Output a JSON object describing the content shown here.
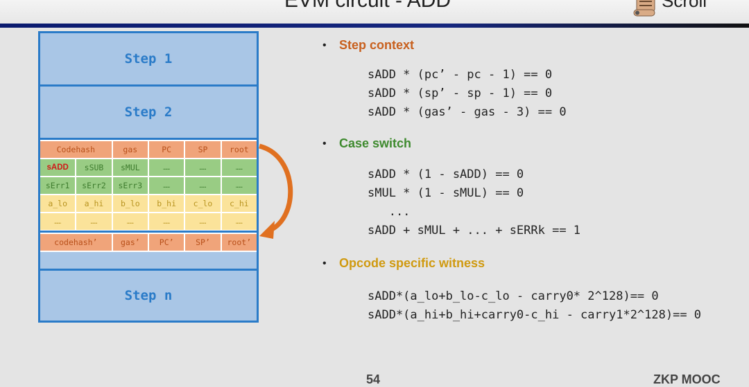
{
  "header": {
    "title": "EVM circuit - ADD",
    "logo_text": "Scroll"
  },
  "diagram": {
    "step1": "Step 1",
    "step2": "Step 2",
    "stepn": "Step n",
    "state_row": [
      "Codehash",
      "gas",
      "PC",
      "SP",
      "root"
    ],
    "selector_row": [
      "sADD",
      "sSUB",
      "sMUL",
      "……",
      "……",
      "……"
    ],
    "error_row": [
      "sErr1",
      "sErr2",
      "sErr3",
      "……",
      "……",
      "……"
    ],
    "witness_row": [
      "a_lo",
      "a_hi",
      "b_lo",
      "b_hi",
      "c_lo",
      "c_hi"
    ],
    "filler_row": [
      "……",
      "……",
      "……",
      "……",
      "……",
      "……"
    ],
    "next_state_row": [
      "codehash’",
      "gas’",
      "PC’",
      "SP’",
      "root’"
    ]
  },
  "sections": [
    {
      "heading": "Step context",
      "color": "#c8601e",
      "lines": [
        "sADD * (pc’ - pc - 1) == 0",
        "sADD * (sp’ - sp - 1) == 0",
        "sADD * (gas’ - gas - 3) == 0"
      ]
    },
    {
      "heading": "Case switch",
      "color": "#3e8a2e",
      "lines": [
        "sADD * (1 - sADD) == 0",
        "sMUL * (1 - sMUL) == 0",
        "   ...",
        "sADD + sMUL + ... + sERRk == 1"
      ]
    },
    {
      "heading": "Opcode specific witness",
      "color": "#d09a10",
      "lines": [
        "sADD*(a_lo+b_lo-c_lo - carry0* 2^128)== 0",
        "sADD*(a_hi+b_hi+carry0-c_hi - carry1*2^128)== 0"
      ]
    }
  ],
  "footer": {
    "page": "54",
    "course": "ZKP MOOC"
  }
}
